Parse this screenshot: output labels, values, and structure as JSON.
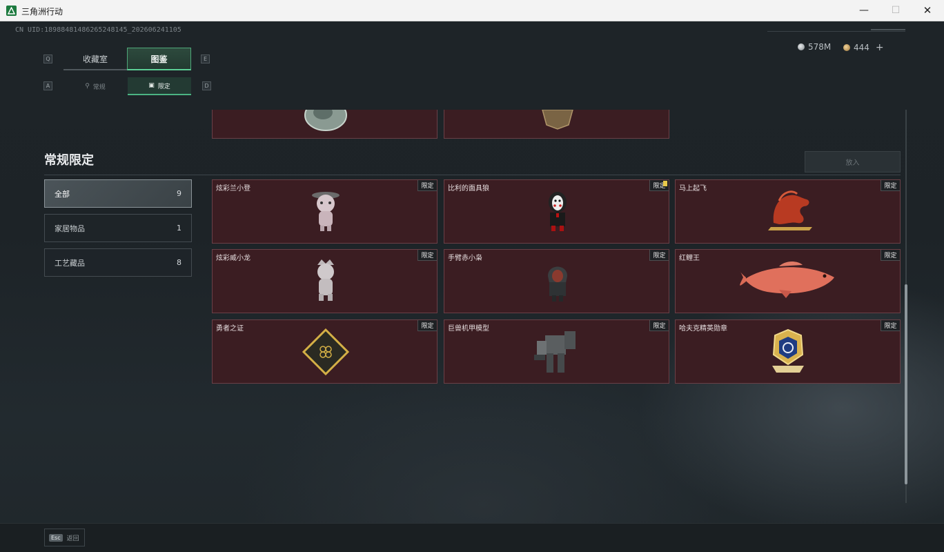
{
  "window": {
    "title": "三角洲行动",
    "minimize": "—",
    "maximize": "☐",
    "close": "✕"
  },
  "header": {
    "uid": "CN UID:18988481486265248145_202606241105",
    "currency": [
      {
        "icon": "silver-coin-icon",
        "value": "578M"
      },
      {
        "icon": "gold-coin-icon",
        "value": "444"
      }
    ],
    "add_label": "+"
  },
  "tabs": {
    "key_left": "Q",
    "key_right": "E",
    "items": [
      {
        "label": "收藏室",
        "active": false
      },
      {
        "label": "图鉴",
        "active": true
      }
    ]
  },
  "subtabs": {
    "key_left": "A",
    "key_right": "D",
    "items": [
      {
        "label": "常规",
        "icon": "flask-icon",
        "active": false
      },
      {
        "label": "限定",
        "icon": "image-icon",
        "active": true
      }
    ]
  },
  "section": {
    "title": "常规限定",
    "place_button": "放入"
  },
  "categories": [
    {
      "label": "全部",
      "count": "9",
      "active": true
    },
    {
      "label": "家居物品",
      "count": "1",
      "active": false
    },
    {
      "label": "工艺藏品",
      "count": "8",
      "active": false
    }
  ],
  "items": [
    {
      "name": "炫彩兰小登",
      "badge": "限定",
      "icon": "toy-figure-icon"
    },
    {
      "name": "比利的面具狼",
      "badge": "限定",
      "icon": "puppet-figure-icon",
      "new": true
    },
    {
      "name": "马上起飞",
      "badge": "限定",
      "icon": "red-horse-sculpture-icon"
    },
    {
      "name": "炫彩威小龙",
      "badge": "限定",
      "icon": "silver-figure-icon"
    },
    {
      "name": "手臂赤小枭",
      "badge": "限定",
      "icon": "hooded-figure-icon"
    },
    {
      "name": "红鲤王",
      "badge": "限定",
      "icon": "red-carp-icon"
    },
    {
      "name": "勇者之证",
      "badge": "限定",
      "icon": "gold-card-icon"
    },
    {
      "name": "巨兽机甲模型",
      "badge": "限定",
      "icon": "mech-model-icon"
    },
    {
      "name": "哈夫克精英勋章",
      "badge": "限定",
      "icon": "elite-medal-icon"
    }
  ],
  "footer": {
    "esc_key": "Esc",
    "back_label": "返回"
  },
  "colors": {
    "accent": "#4bb483",
    "card_bg": "#3b1d22",
    "card_border": "#6a4047"
  }
}
